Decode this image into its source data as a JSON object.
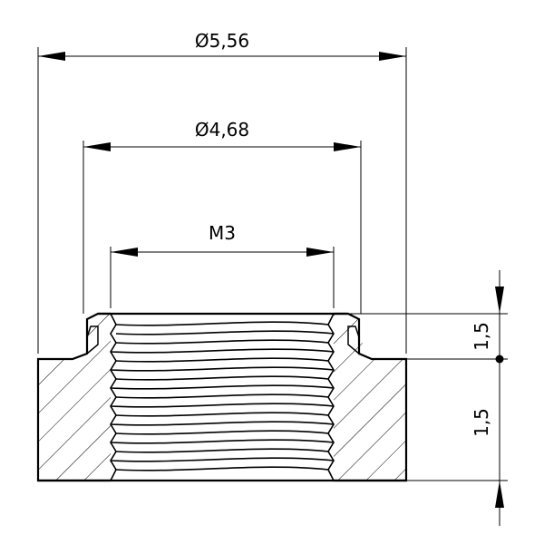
{
  "drawing": {
    "dimensions": {
      "outer_diameter": "Ø5,56",
      "collar_diameter": "Ø4,68",
      "thread_size": "M3",
      "collar_height": "1,5",
      "body_height": "1,5"
    },
    "colors": {
      "line": "#000000",
      "background": "#ffffff"
    }
  }
}
